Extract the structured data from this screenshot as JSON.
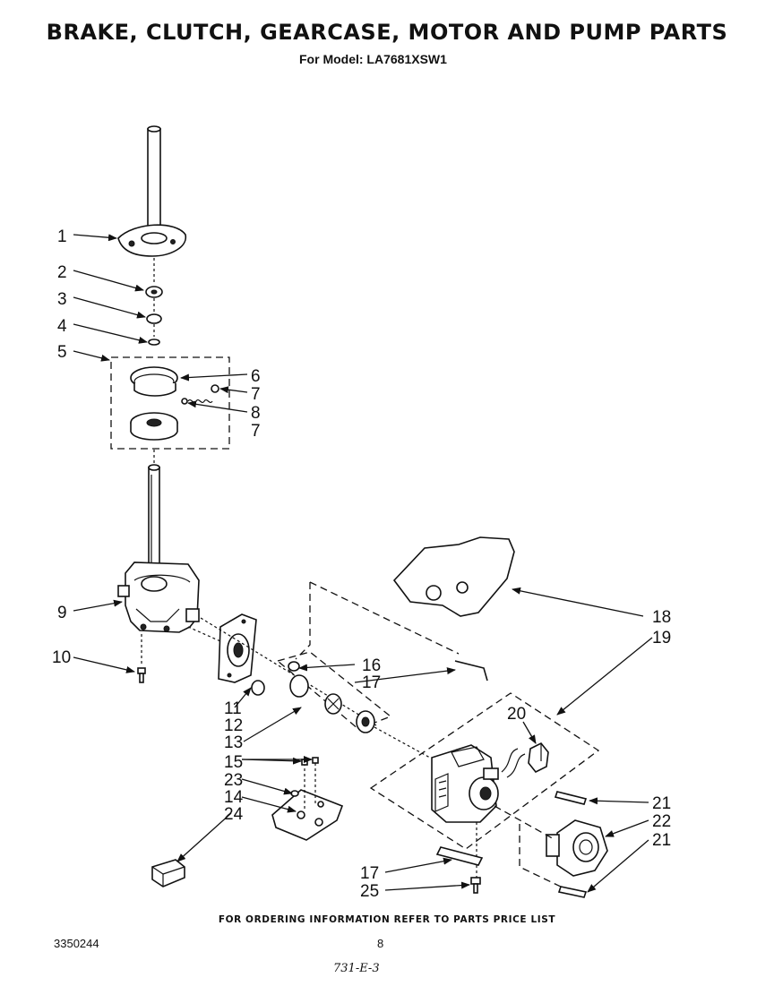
{
  "header": {
    "title": "BRAKE, CLUTCH, GEARCASE, MOTOR AND PUMP PARTS",
    "model_line": "For Model: LA7681XSW1"
  },
  "callouts": [
    "1",
    "2",
    "3",
    "4",
    "5",
    "6",
    "7",
    "8",
    "7",
    "9",
    "10",
    "11",
    "12",
    "13",
    "15",
    "23",
    "14",
    "24",
    "16",
    "17",
    "18",
    "19",
    "20",
    "21",
    "22",
    "21",
    "17",
    "25"
  ],
  "footer": {
    "order_note": "FOR ORDERING INFORMATION REFER TO PARTS PRICE LIST",
    "doc_number": "3350244",
    "page_number": "8",
    "handwritten": "731-E-3"
  }
}
